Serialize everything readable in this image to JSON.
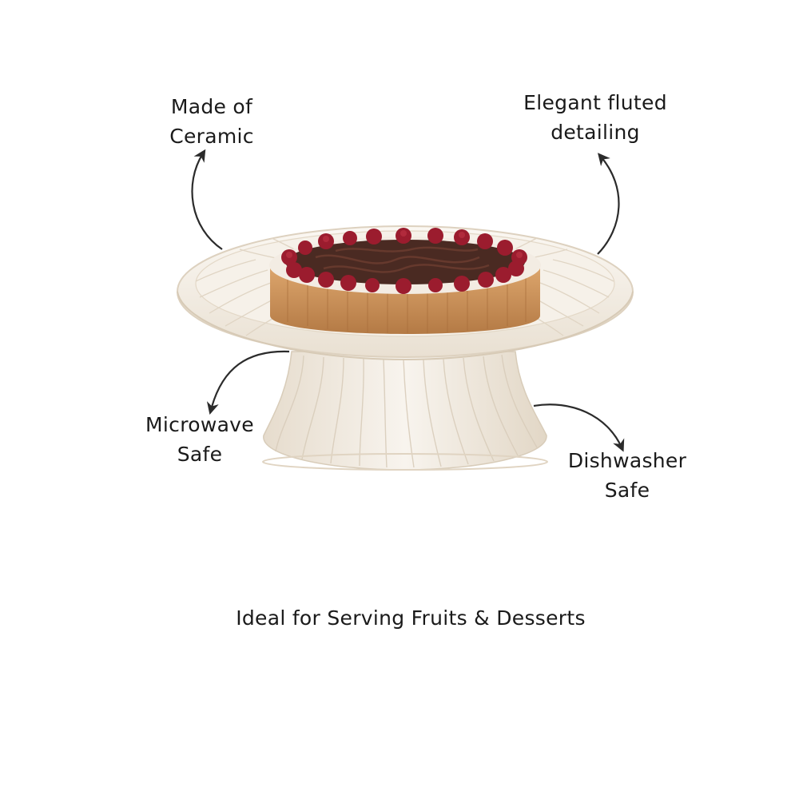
{
  "features": {
    "ceramic": {
      "line1": "Made of",
      "line2": "Ceramic"
    },
    "fluted": {
      "line1": "Elegant fluted",
      "line2": "detailing"
    },
    "microwave": {
      "line1": "Microwave",
      "line2": "Safe"
    },
    "dishwasher": {
      "line1": "Dishwasher",
      "line2": "Safe"
    }
  },
  "tagline": "Ideal for Serving Fruits & Desserts",
  "colors": {
    "ceramic": "#f3ede3",
    "ceramic_shadow": "#ddd3c3",
    "crust": "#c98f55",
    "chocolate": "#4a2a22",
    "berry": "#9b1c2e",
    "arrow": "#2b2b2b"
  }
}
